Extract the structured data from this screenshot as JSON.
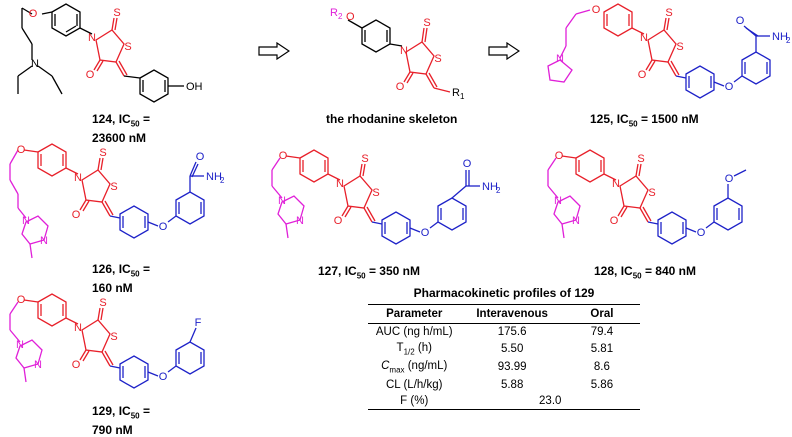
{
  "colors": {
    "red": "#e8202a",
    "magenta": "#e020d8",
    "blue": "#1e22c8",
    "black": "#000000"
  },
  "atoms": {
    "O": "O",
    "N": "N",
    "S": "S",
    "NH2": "NH",
    "NH2_sub": "2",
    "OH": "OH",
    "F": "F",
    "R1": "R",
    "R1_sub": "1",
    "R2": "R",
    "R2_sub": "2"
  },
  "compounds": [
    {
      "id": "124",
      "label": "124, IC",
      "sub": "50",
      "value_line1": " =",
      "value_line2": "23600 nM"
    },
    {
      "id": "skeleton",
      "label": "the rhodanine skeleton"
    },
    {
      "id": "125",
      "label": "125, IC",
      "sub": "50",
      "value_line1": " = 1500 nM"
    },
    {
      "id": "126",
      "label": "126, IC",
      "sub": "50",
      "value_line1": " =",
      "value_line2": "160 nM"
    },
    {
      "id": "127",
      "label": "127, IC",
      "sub": "50",
      "value_line1": " = 350 nM"
    },
    {
      "id": "128",
      "label": "128, IC",
      "sub": "50",
      "value_line1": " = 840 nM"
    },
    {
      "id": "129",
      "label": "129, IC",
      "sub": "50",
      "value_line1": " =",
      "value_line2": "790 nM"
    }
  ],
  "pk_table": {
    "title": "Pharmacokinetic profiles of 129",
    "headers": [
      "Parameter",
      "Interavenous",
      "Oral"
    ],
    "rows": [
      {
        "param": "AUC (ng h/mL)",
        "iv": "175.6",
        "oral": "79.4"
      },
      {
        "param_main": "T",
        "param_sub": "1/2",
        "param_tail": " (h)",
        "iv": "5.50",
        "oral": "5.81"
      },
      {
        "param_main": "C",
        "param_sub": "max",
        "param_tail": " (ng/mL)",
        "iv": "93.99",
        "oral": "8.6"
      },
      {
        "param": "CL (L/h/kg)",
        "iv": "5.88",
        "oral": "5.86"
      },
      {
        "param": "F (%)",
        "merged": "23.0"
      }
    ]
  }
}
